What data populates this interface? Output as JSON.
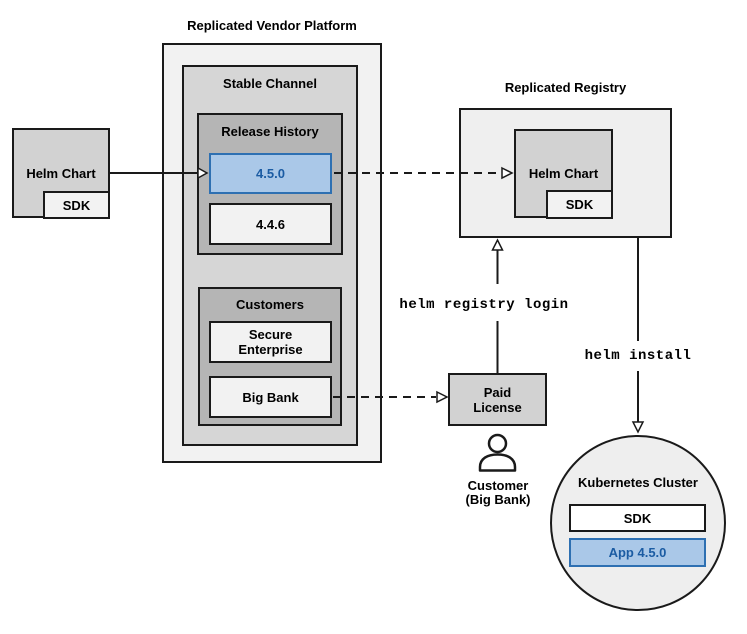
{
  "colors": {
    "accent_blue_fill": "#aac8e8",
    "accent_blue_border": "#2e70b2",
    "accent_blue_text": "#1b5ca3",
    "box_border": "#1a1a1a",
    "container_light_gray": "#f2f2f2",
    "container_mid_gray": "#d6d6d6",
    "container_dark_gray": "#b5b5b5"
  },
  "source_chart": {
    "label": "Helm Chart",
    "sdk": "SDK"
  },
  "platform": {
    "title": "Replicated Vendor Platform",
    "stable_channel": {
      "title": "Stable Channel",
      "release_history": {
        "title": "Release History",
        "releases": [
          {
            "version": "4.5.0",
            "highlighted": true
          },
          {
            "version": "4.4.6",
            "highlighted": false
          }
        ]
      },
      "customers": {
        "title": "Customers",
        "items": [
          {
            "line1": "Secure",
            "line2": "Enterprise"
          },
          {
            "line1": "Big Bank",
            "line2": ""
          }
        ]
      }
    }
  },
  "registry": {
    "title": "Replicated Registry",
    "helm_chart": {
      "label": "Helm Chart",
      "sdk": "SDK"
    }
  },
  "paid_license": {
    "line1": "Paid",
    "line2": "License"
  },
  "customer": {
    "line1": "Customer",
    "line2": "(Big Bank)"
  },
  "commands": {
    "registry_login": "helm registry login",
    "install": "helm install"
  },
  "cluster": {
    "title": "Kubernetes Cluster",
    "sdk": "SDK",
    "app": "App 4.5.0"
  }
}
